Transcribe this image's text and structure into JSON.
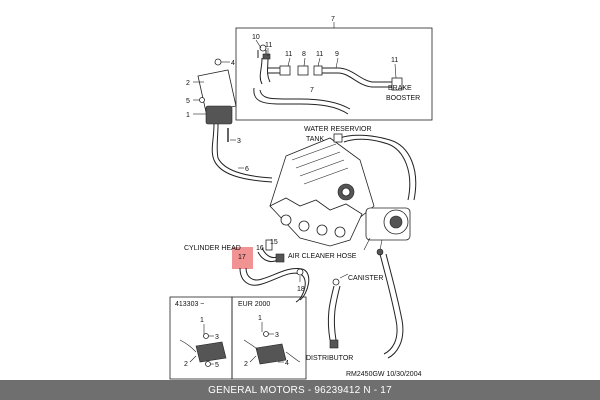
{
  "labels": {
    "brake_booster_1": "BRAKE",
    "brake_booster_2": "BOOSTER",
    "water_tank_1": "WATER RESERVIOR",
    "water_tank_2": "TANK",
    "cylinder_head": "CYLINDER HEAD",
    "air_cleaner": "AIR CLEANER HOSE",
    "canister": "CANISTER",
    "distributor": "DISTRIBUTOR",
    "inset_left": "413303 ~",
    "inset_right": "EUR 2000",
    "drawing_ref": "RM2450GW  10/30/2004"
  },
  "callouts": {
    "c1": "1",
    "c2": "2",
    "c3": "3",
    "c4": "4",
    "c5": "5",
    "c6": "6",
    "c7": "7",
    "c8": "8",
    "c9": "9",
    "c10": "10",
    "c11": "11",
    "c15": "15",
    "c16": "16",
    "c17": "17",
    "c18": "18"
  },
  "highlight": {
    "part": "17",
    "color": "#f08080"
  },
  "footer": {
    "text": "GENERAL MOTORS - 96239412     N - 17"
  }
}
